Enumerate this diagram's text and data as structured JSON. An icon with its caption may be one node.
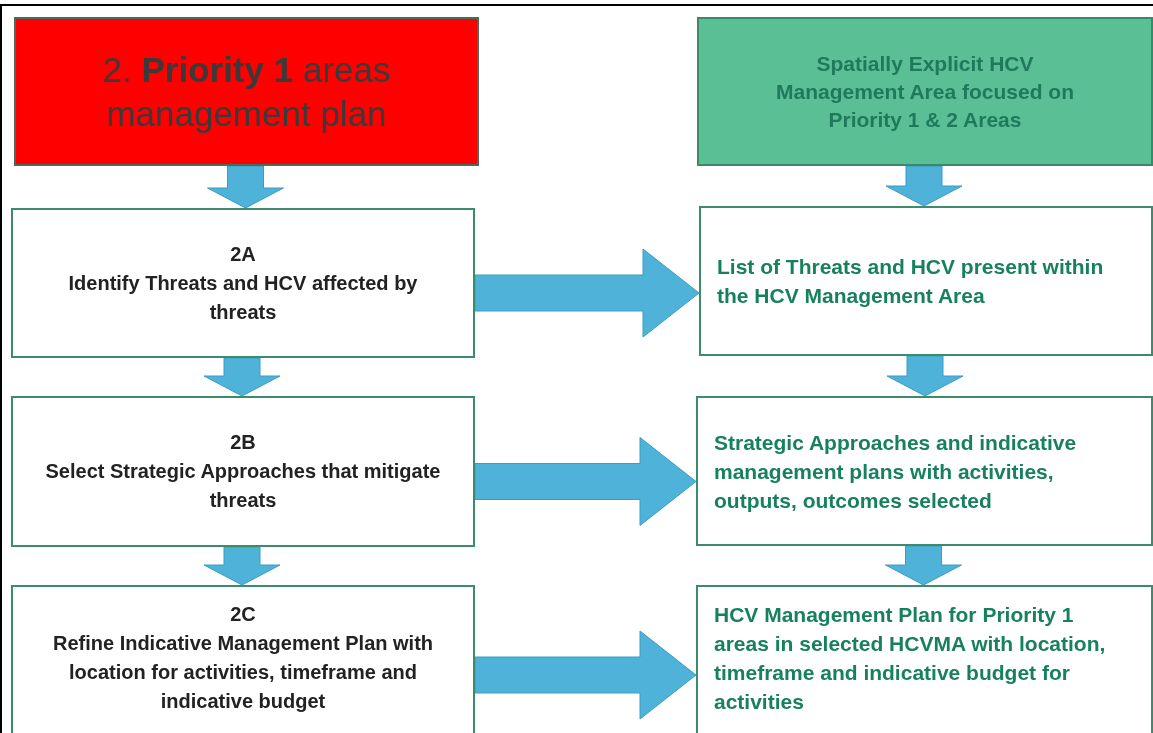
{
  "diagram": {
    "nodes": [
      {
        "text": [
          "2. **Priority 1** areas management plan"
        ]
      },
      {
        "text": [
          "Spatially Explicit HCV Management Area focused on Priority 1 & 2 Areas"
        ]
      },
      {
        "text": [
          "2A",
          "Identify Threats and HCV affected by threats"
        ]
      },
      {
        "text": [
          "List of Threats and HCV present within the HCV Management Area"
        ]
      },
      {
        "text": [
          "2B",
          "Select Strategic Approaches that mitigate threats"
        ]
      },
      {
        "text": [
          "Strategic Approaches and indicative management plans with activities, outputs, outcomes selected"
        ]
      },
      {
        "text": [
          "2C",
          "Refine Indicative Management Plan with location for activities, timeframe and indicative budget"
        ]
      },
      {
        "text": [
          "HCV Management Plan for Priority 1 areas in selected HCVMA with location, timeframe and indicative budget for activities"
        ]
      }
    ],
    "edges": [
      {
        "from": 0,
        "to": 2,
        "arrow": "to"
      },
      {
        "from": 2,
        "to": 4,
        "arrow": "to"
      },
      {
        "from": 4,
        "to": 6,
        "arrow": "to"
      },
      {
        "from": 1,
        "to": 3,
        "arrow": "to"
      },
      {
        "from": 3,
        "to": 5,
        "arrow": "to"
      },
      {
        "from": 5,
        "to": 7,
        "arrow": "to"
      },
      {
        "from": 2,
        "to": 3,
        "arrow": "to"
      },
      {
        "from": 4,
        "to": 5,
        "arrow": "to"
      },
      {
        "from": 6,
        "to": 7,
        "arrow": "to"
      }
    ]
  }
}
